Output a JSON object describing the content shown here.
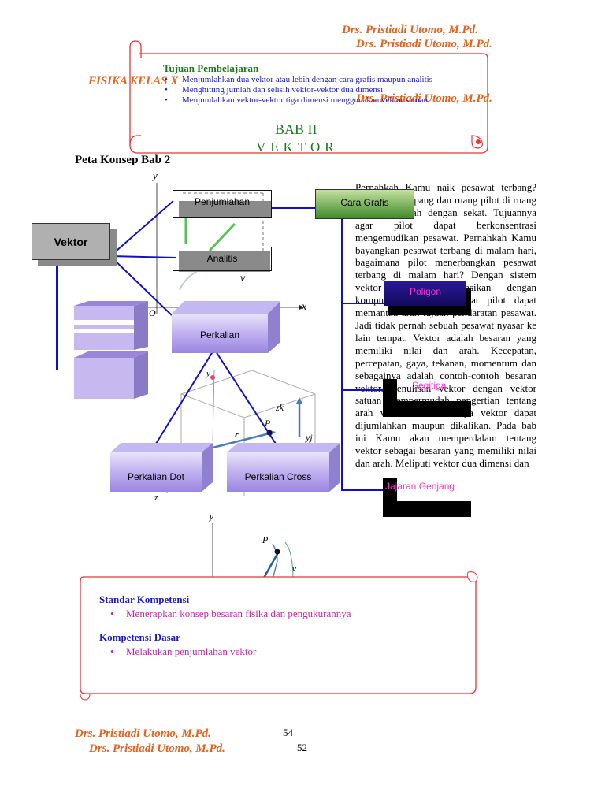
{
  "header": {
    "author_1": "Drs. Pristiadi Utomo, M.Pd.",
    "author_2": "Drs. Pristiadi Utomo, M.Pd.",
    "author_3": "Drs. Pristiadi Utomo, M.Pd.",
    "fisika": "FISIKA KELAS X"
  },
  "goals": {
    "title": "Tujuan Pembelajaran",
    "items": [
      "Menjumlahkan dua vektor atau lebih dengan cara grafis maupun analitis",
      "Menghitung jumlah dan selisih vektor-vektor dua dimensi",
      "Menjumlahkan vektor-vektor tiga dimensi menggunakan vektor satuan"
    ]
  },
  "chapter": {
    "number": "BAB II",
    "title": "VEKTOR"
  },
  "concept_map": {
    "heading": "Peta Konsep Bab 2",
    "nodes": {
      "vektor": "Vektor",
      "penjumlahan": "Penjumlahan",
      "analitis": "Analitis",
      "cara_grafis": "Cara Grafis",
      "poligon": "Poligon",
      "segitiga": "Segitiga",
      "jajaran_genjang": "Jajaran Genjang",
      "perkalian": "Perkalian",
      "perkalian_dot": "Perkalian Dot",
      "perkalian_cross": "Perkalian Cross"
    },
    "figure_labels": {
      "y1": "y",
      "x1": "x",
      "o": "O",
      "vx": "v",
      "y2": "y",
      "z2": "z",
      "zk": "zk",
      "yj": "yj",
      "r": "r",
      "p": "P",
      "y3": "y",
      "p2": "P",
      "v": "v"
    },
    "colors": {
      "line": "#1010cc",
      "grafis_top": "#b8d890",
      "grafis_bottom": "#3f8a2a",
      "box_face": "#c7b8f0"
    }
  },
  "intro": {
    "paragraph": "Pernahkah Kamu naik pesawat terbang? Antara penumpang dan ruang pilot di ruang kemudi dipisah dengan sekat. Tujuannya agar pilot dapat berkonsentrasi mengemudikan pesawat. Pernahkah Kamu bayangkan pesawat terbang di malam hari, bagaimana pilot menerbangkan pesawat terbang di malam hari? Dengan sistem vektor yang dikalibrasikan dengan komputer navigasi pesawat pilot dapat memantau arah tujuan pendaratan pesawat. Jadi tidak pernah sebuah pesawat nyasar ke lain tempat. Vektor adalah besaran yang memiliki nilai dan arah. Kecepatan, percepatan, gaya, tekanan, momentum dan sebagainya adalah contoh-contoh besaran vektor. Penulisan vektor dengan vektor satuan mempermudah pengertian tentang arah vektor itu. Beberapa vektor dapat dijumlahkan maupun dikalikan. Pada bab ini Kamu akan memperdalam tentang vektor sebagai besaran yang memiliki nilai dan arah. Meliputi vektor dua dimensi dan"
  },
  "competence": {
    "standard_title": "Standar Kompetensi",
    "standard_items": [
      "Menerapkan konsep besaran fisika dan pengukurannya"
    ],
    "basic_title": "Kompetensi Dasar",
    "basic_items": [
      "Melakukan penjumlahan vektor"
    ]
  },
  "footer": {
    "author_1": "Drs. Pristiadi Utomo, M.Pd.",
    "author_2": "Drs. Pristiadi Utomo, M.Pd.",
    "page_1": "54",
    "page_2": "52"
  }
}
